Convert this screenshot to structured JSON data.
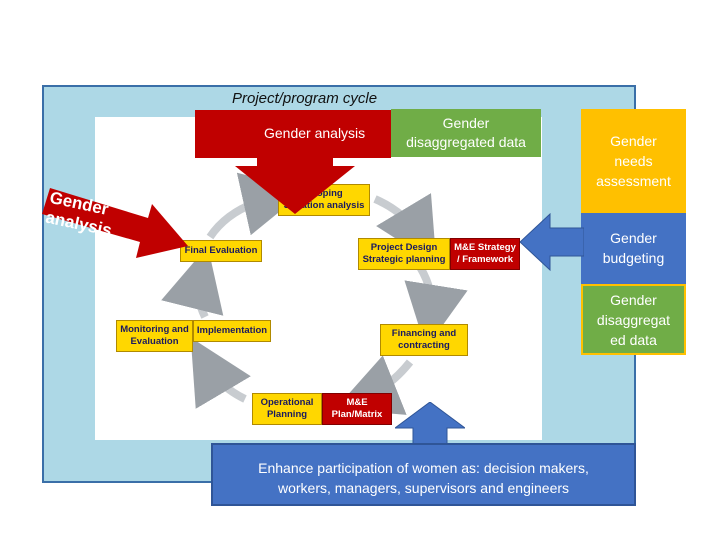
{
  "title": "Project/program cycle",
  "top_boxes": {
    "gender_analysis": "Gender analysis",
    "gender_disaggregated_data_lines": [
      "Gender",
      "disaggregated data"
    ]
  },
  "side_boxes": {
    "needs_lines": [
      "Gender",
      "needs",
      "assessment"
    ],
    "budgeting_lines": [
      "Gender",
      "budgeting"
    ],
    "disaggregated_lines": [
      "Gender",
      "disaggregat",
      "ed data"
    ]
  },
  "left_label_lines": [
    "Gender",
    "analysis"
  ],
  "bottom_box_lines": [
    "Enhance participation of women as: decision makers,",
    "workers, managers, supervisors and engineers"
  ],
  "cycle_stages": {
    "scoping": [
      "Scoping",
      "Situation analysis"
    ],
    "project_design": [
      "Project Design",
      "Strategic planning"
    ],
    "me_strategy": [
      "M&E Strategy",
      "/ Framework"
    ],
    "financing": [
      "Financing and",
      "contracting"
    ],
    "me_plan": [
      "M&E",
      "Plan/Matrix"
    ],
    "operational": [
      "Operational",
      "Planning"
    ],
    "implementation": [
      "Implementation"
    ],
    "monitoring": [
      "Monitoring and",
      "Evaluation"
    ],
    "final_evaluation": [
      "Final Evaluation"
    ]
  },
  "colors": {
    "frame": "#add8e6",
    "red": "#c00000",
    "green": "#70ad47",
    "orange": "#ffc000",
    "blue": "#4472c4",
    "stage_yellow": "#ffd700"
  }
}
